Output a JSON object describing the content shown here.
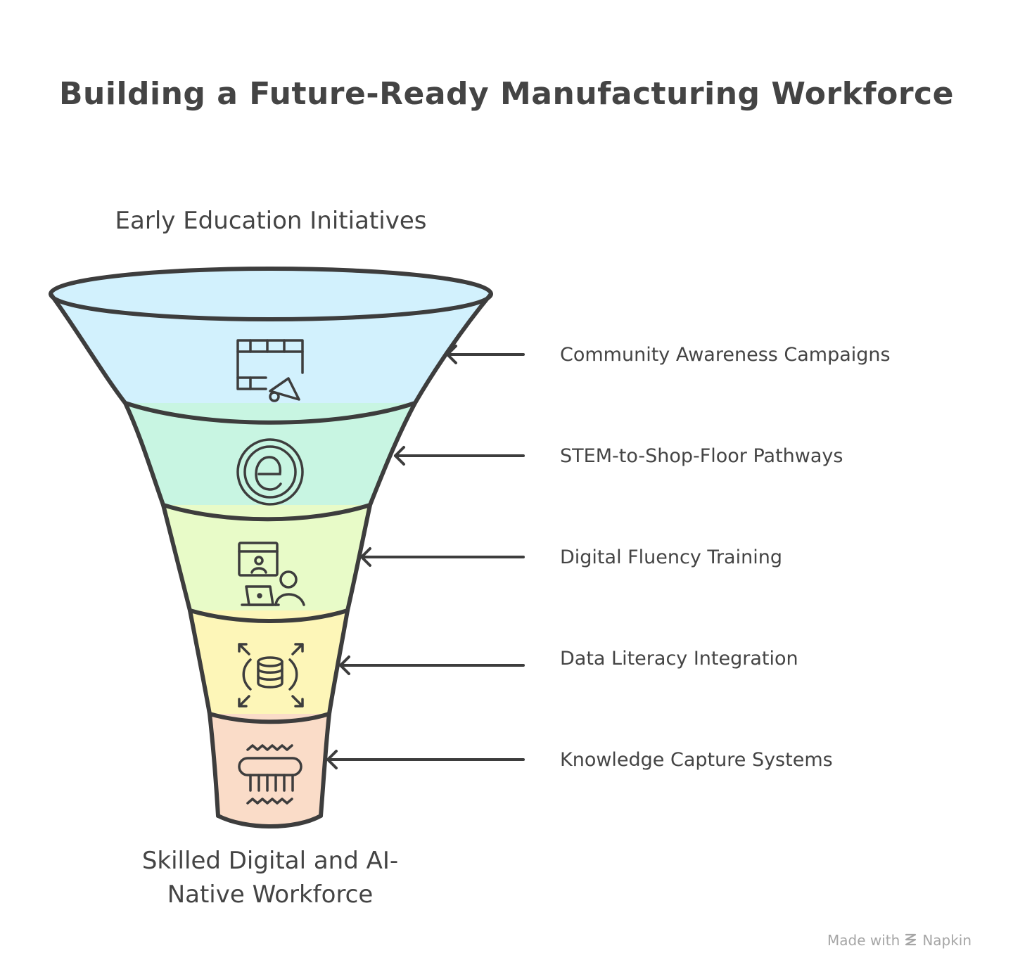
{
  "title": "Building a Future-Ready Manufacturing Workforce",
  "funnel": {
    "top_label": "Early Education Initiatives",
    "bottom_label_line1": "Skilled Digital and AI-",
    "bottom_label_line2": "Native Workforce",
    "stages": [
      {
        "label": "Community Awareness Campaigns",
        "icon": "video-megaphone-icon",
        "color": "#d2f1fd"
      },
      {
        "label": "STEM-to-Shop-Floor Pathways",
        "icon": "e-learning-icon",
        "color": "#c8f5e2"
      },
      {
        "label": "Digital Fluency Training",
        "icon": "online-training-icon",
        "color": "#e8fbc8"
      },
      {
        "label": "Data Literacy Integration",
        "icon": "database-expand-icon",
        "color": "#fdf6b8"
      },
      {
        "label": "Knowledge Capture Systems",
        "icon": "knowledge-comb-icon",
        "color": "#fadcc8"
      }
    ]
  },
  "credit": {
    "made_with": "Made with",
    "brand": "Napkin"
  }
}
